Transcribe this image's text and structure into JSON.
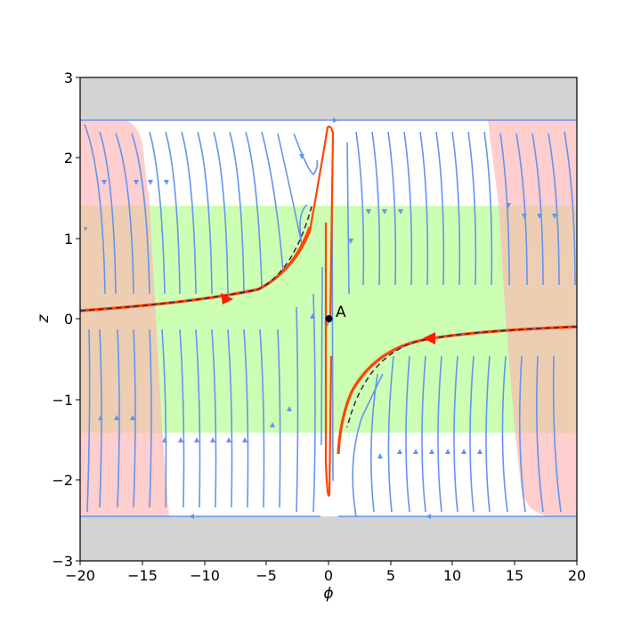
{
  "chart_data": {
    "type": "streamplot",
    "title": "",
    "xlabel": "ϕ",
    "ylabel": "z",
    "xlim": [
      -20,
      20
    ],
    "ylim": [
      -3,
      3
    ],
    "xticks": [
      "−20",
      "−15",
      "−10",
      "−5",
      "0",
      "5",
      "10",
      "15",
      "20"
    ],
    "yticks": [
      "3",
      "2",
      "1",
      "0",
      "−1",
      "−2",
      "−3"
    ],
    "grid": false,
    "regions": [
      {
        "name": "forbidden-top",
        "color": "#d3d3d3",
        "z_range": [
          2.45,
          3
        ]
      },
      {
        "name": "forbidden-bottom",
        "color": "#d3d3d3",
        "z_range": [
          -3,
          -2.45
        ]
      },
      {
        "name": "green-band",
        "color": "#ccffb3",
        "z_range": [
          -1.4,
          1.4
        ]
      },
      {
        "name": "pink-left",
        "color": "#ffcccc",
        "phi_range": [
          -20,
          -14
        ]
      },
      {
        "name": "pink-right",
        "color": "#ffcccc",
        "phi_range": [
          14,
          20
        ]
      }
    ],
    "fixed_points": [
      {
        "label": "A",
        "phi": 0,
        "z": 0
      }
    ],
    "series": [
      {
        "name": "streamlines",
        "color": "#6495ed"
      },
      {
        "name": "separatrix-trajectory",
        "color": "#ff4500"
      },
      {
        "name": "asymptotic-approximation",
        "color": "#2b1a4a",
        "style": "dashed"
      }
    ],
    "annotations": [
      "A"
    ]
  }
}
